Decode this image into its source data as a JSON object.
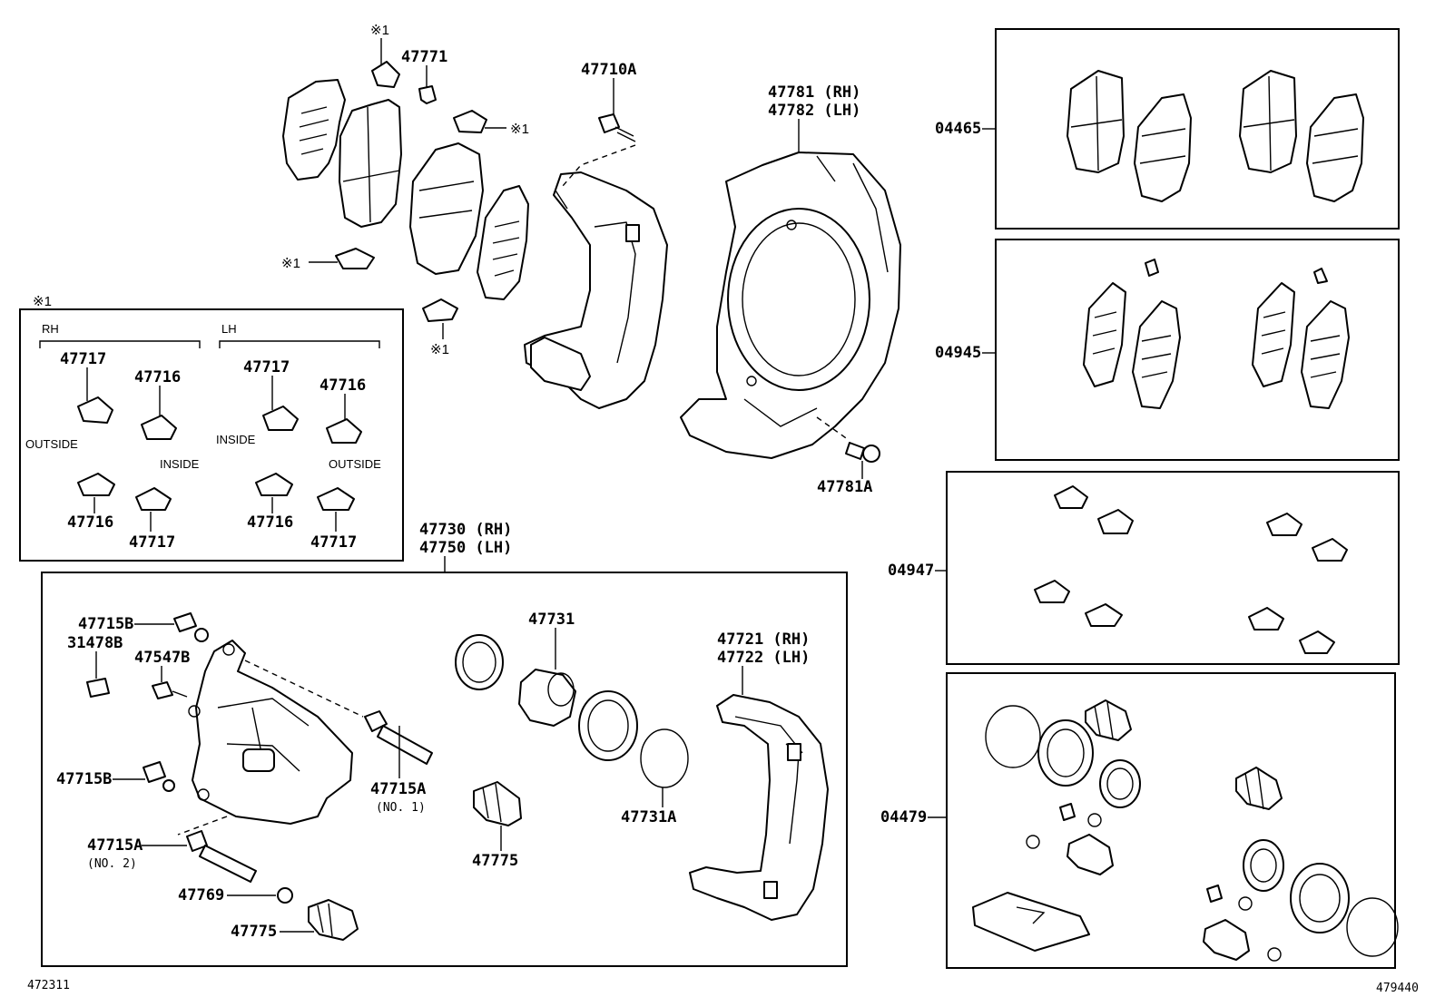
{
  "labels": {
    "p47771": "47771",
    "p47710A": "47710A",
    "p47781": "47781 (RH)",
    "p47782": "47782 (LH)",
    "p47781A": "47781A",
    "p47730": "47730 (RH)",
    "p47750": "47750 (LH)",
    "p47715B_a": "47715B",
    "p31478B": "31478B",
    "p47547B": "47547B",
    "p47715B_b": "47715B",
    "p47715A_1": "47715A",
    "p47715A_1_sub": "(NO. 1)",
    "p47715A_2": "47715A",
    "p47715A_2_sub": "(NO. 2)",
    "p47769": "47769",
    "p47775_a": "47775",
    "p47775_b": "47775",
    "p47731": "47731",
    "p47731A": "47731A",
    "p47721": "47721 (RH)",
    "p47722": "47722 (LH)",
    "k04465": "04465",
    "k04945": "04945",
    "k04947": "04947",
    "k04479": "04479",
    "ref_left": "472311",
    "ref_right": "479440"
  },
  "notes": {
    "mark": "※1",
    "rh": "RH",
    "lh": "LH",
    "outside": "OUTSIDE",
    "inside": "INSIDE",
    "n47717": "47717",
    "n47716": "47716"
  }
}
